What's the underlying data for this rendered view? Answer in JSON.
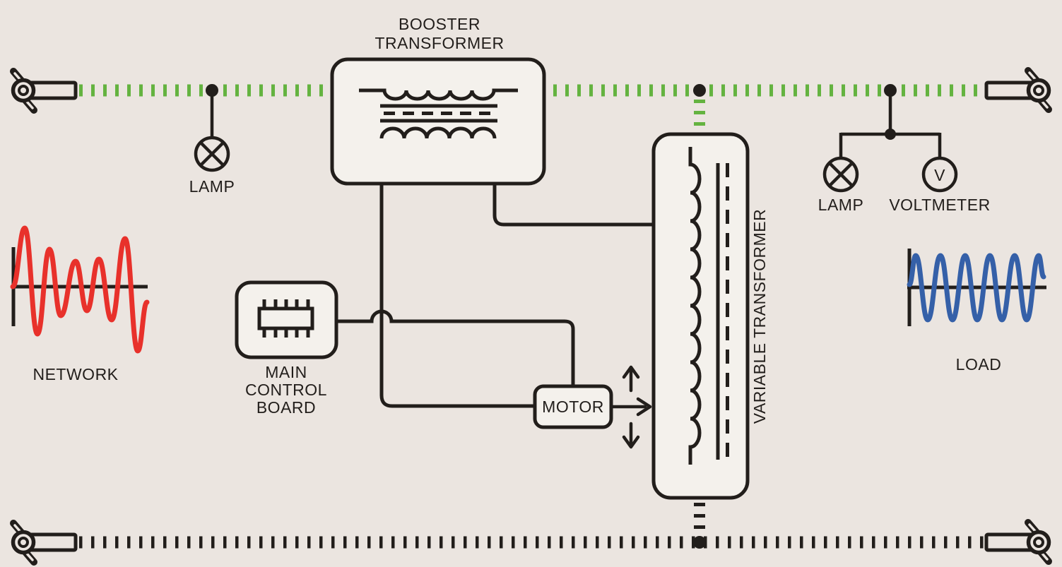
{
  "colors": {
    "background": "#ebe5e0",
    "line": "#221e1b",
    "box_fill": "#f4f1ec",
    "supply_line_green": "#64b340",
    "network_wave_red": "#e8312b",
    "load_wave_blue": "#3560a8"
  },
  "components": {
    "booster_transformer": {
      "label_line1": "BOOSTER",
      "label_line2": "TRANSFORMER"
    },
    "variable_transformer": {
      "label": "VARIABLE TRANSFORMER"
    },
    "main_control_board": {
      "label_line1": "MAIN",
      "label_line2": "CONTROL",
      "label_line3": "BOARD"
    },
    "motor": {
      "label": "MOTOR"
    },
    "input_lamp": {
      "label": "LAMP"
    },
    "output_lamp": {
      "label": "LAMP"
    },
    "voltmeter": {
      "label": "VOLTMETER",
      "dial_letter": "V"
    },
    "network_waveform": {
      "label": "NETWORK"
    },
    "load_waveform": {
      "label": "LOAD"
    }
  }
}
